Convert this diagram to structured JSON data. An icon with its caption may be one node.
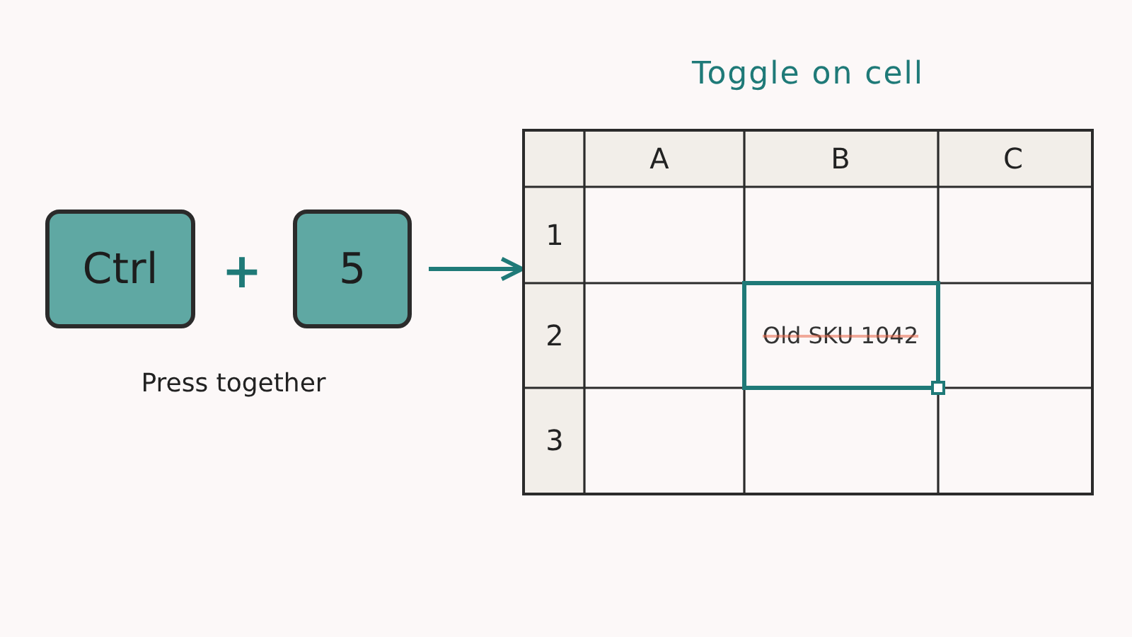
{
  "diagram": {
    "nodes": [
      {
        "text": [
          "Ctrl"
        ]
      },
      {
        "text": [
          "5"
        ]
      },
      {
        "text": [
          "Toggle on cell"
        ]
      }
    ],
    "edges": [
      {
        "from": 1,
        "to": 2,
        "arrow": "to",
        "color": "#1f7a78"
      }
    ],
    "labels": [
      "+",
      "Press together",
      "A",
      "B",
      "C",
      "1",
      "2",
      "Old SKU 1042",
      "3"
    ]
  }
}
